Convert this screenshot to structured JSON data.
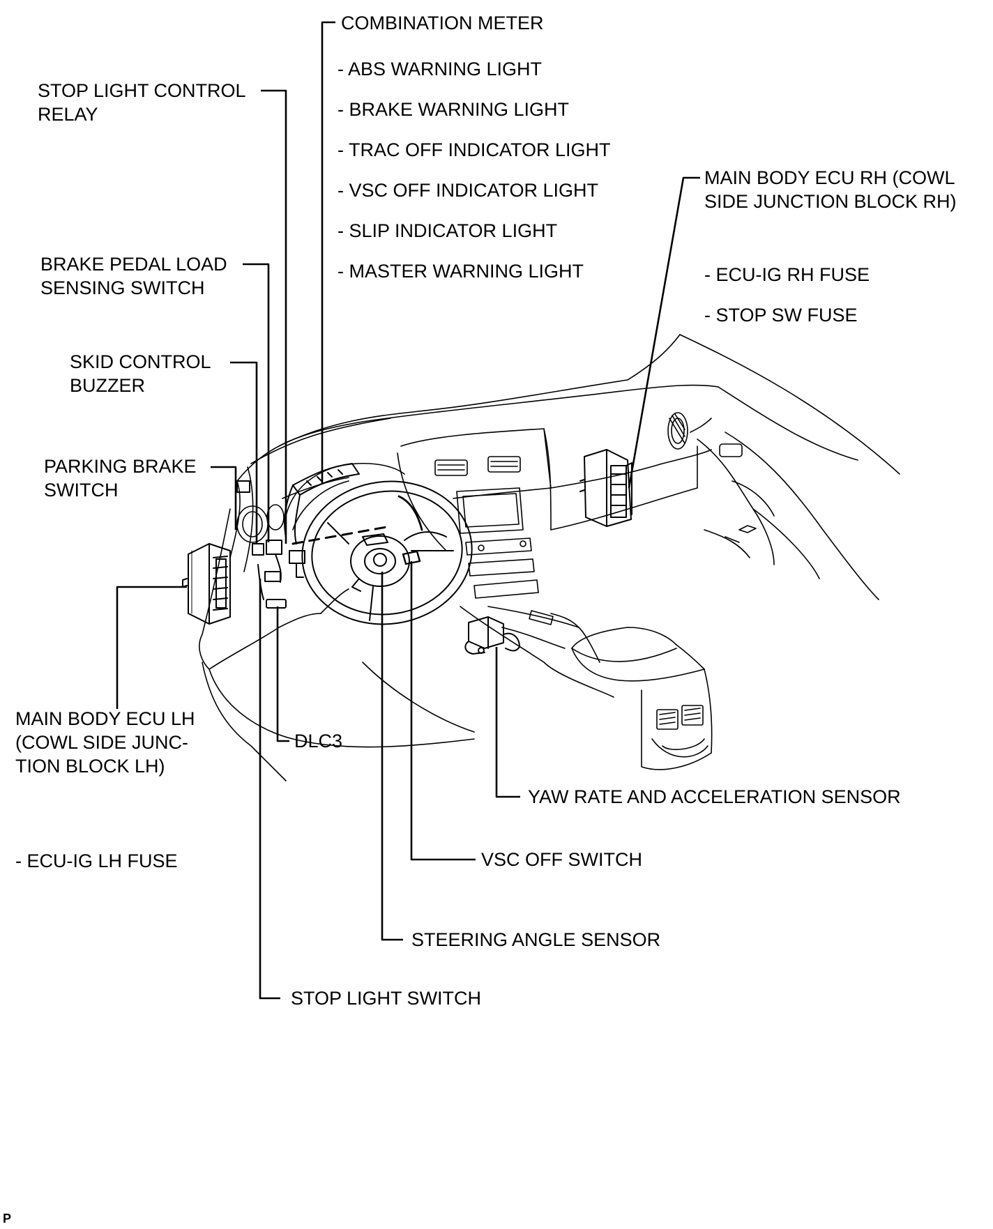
{
  "figure_id": "P",
  "labels": {
    "combination_meter": "COMBINATION METER",
    "meter_items": [
      "- ABS WARNING LIGHT",
      "- BRAKE WARNING LIGHT",
      "- TRAC OFF INDICATOR LIGHT",
      "- VSC OFF INDICATOR LIGHT",
      "- SLIP INDICATOR LIGHT",
      "- MASTER WARNING LIGHT"
    ],
    "stop_light_control_relay": [
      "STOP LIGHT CONTROL",
      "RELAY"
    ],
    "brake_pedal_load_sensing_switch": [
      "BRAKE PEDAL LOAD",
      "SENSING SWITCH"
    ],
    "skid_control_buzzer": [
      "SKID CONTROL",
      "BUZZER"
    ],
    "parking_brake_switch": [
      "PARKING BRAKE",
      "SWITCH"
    ],
    "main_body_ecu_rh": [
      "MAIN BODY ECU RH (COWL",
      "SIDE JUNCTION BLOCK RH)"
    ],
    "ecu_rh_fuses": [
      "- ECU-IG RH FUSE",
      "- STOP SW FUSE"
    ],
    "main_body_ecu_lh": [
      "MAIN BODY ECU LH",
      "(COWL SIDE JUNC-",
      "TION BLOCK LH)"
    ],
    "ecu_lh_fuse": "- ECU-IG LH FUSE",
    "dlc3": "DLC3",
    "yaw_rate_sensor": "YAW RATE AND ACCELERATION SENSOR",
    "vsc_off_switch": "VSC OFF SWITCH",
    "steering_angle_sensor": "STEERING ANGLE SENSOR",
    "stop_light_switch": "STOP LIGHT SWITCH"
  }
}
